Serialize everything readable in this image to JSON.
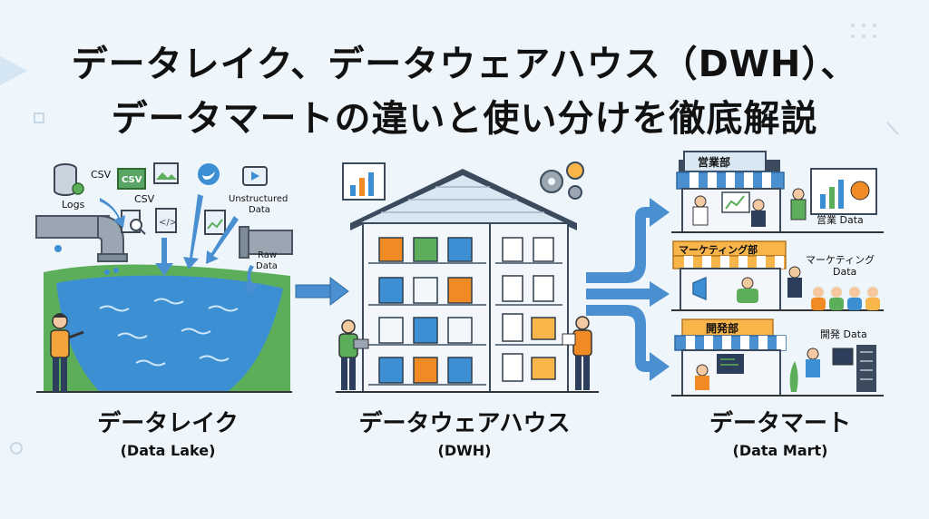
{
  "title": {
    "line1": "データレイク、データウェアハウス（DWH）、",
    "line2": "データマートの違いと使い分けを徹底解説"
  },
  "lake": {
    "label": "データレイク",
    "sublabel": "(Data Lake)",
    "sources": {
      "logs": "Logs",
      "csv1": "CSV",
      "csv_badge": "CSV",
      "csv2": "CSV",
      "unstructured": "Unstructured\nData",
      "raw": "Raw\nData"
    }
  },
  "dwh": {
    "label": "データウェアハウス",
    "sublabel": "(DWH)"
  },
  "mart": {
    "label": "データマート",
    "sublabel": "(Data Mart)",
    "shops": [
      {
        "sign": "営業部",
        "data": "営業 Data"
      },
      {
        "sign": "マーケティング部",
        "data": "マーケティング\nData"
      },
      {
        "sign": "開発部",
        "data": "開発 Data"
      }
    ]
  },
  "colors": {
    "water": "#3d8fd4",
    "grass": "#5cae5a",
    "arrow": "#4a8fd0",
    "sign": "#f7b54a",
    "roof": "#d9e7f3"
  }
}
